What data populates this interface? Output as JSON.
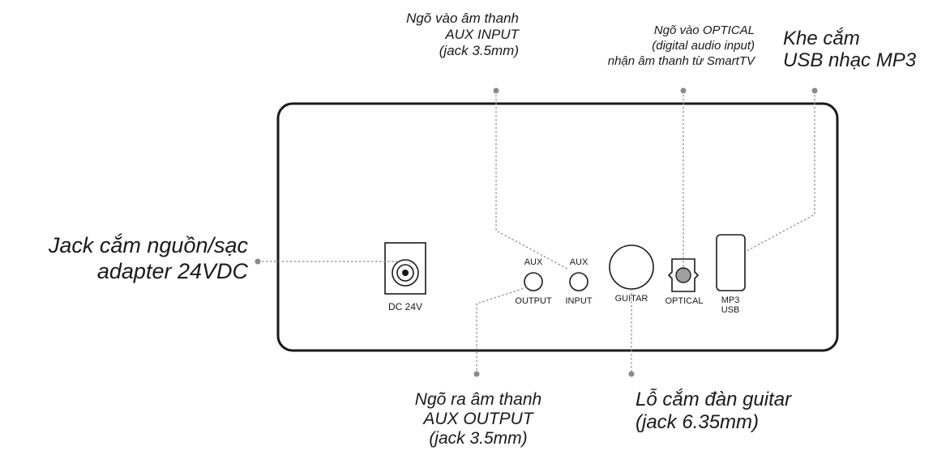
{
  "callouts": {
    "aux_input": {
      "lines": [
        "Ngõ vào âm thanh",
        "AUX INPUT",
        "(jack 3.5mm)"
      ]
    },
    "optical": {
      "lines": [
        "Ngõ vào OPTICAL",
        "(digital audio input)",
        "nhận âm thanh từ SmartTV"
      ]
    },
    "usb": {
      "lines": [
        "Khe cắm",
        "USB nhạc MP3"
      ]
    },
    "power": {
      "lines": [
        "Jack cắm nguồn/sạc",
        "adapter 24VDC"
      ]
    },
    "aux_output": {
      "lines": [
        "Ngõ ra âm thanh",
        "AUX OUTPUT",
        "(jack 3.5mm)"
      ]
    },
    "guitar": {
      "lines": [
        "Lỗ cắm đàn guitar",
        "(jack 6.35mm)"
      ]
    }
  },
  "panel_labels": {
    "dc": "DC 24V",
    "aux_out_top": "AUX",
    "aux_out_bottom": "OUTPUT",
    "aux_in_top": "AUX",
    "aux_in_bottom": "INPUT",
    "guitar": "GUITAR",
    "optical": "OPTICAL",
    "usb_line1": "MP3",
    "usb_line2": "USB"
  },
  "colors": {
    "outline": "#1a1a1a",
    "leader": "#8a8a8a"
  }
}
